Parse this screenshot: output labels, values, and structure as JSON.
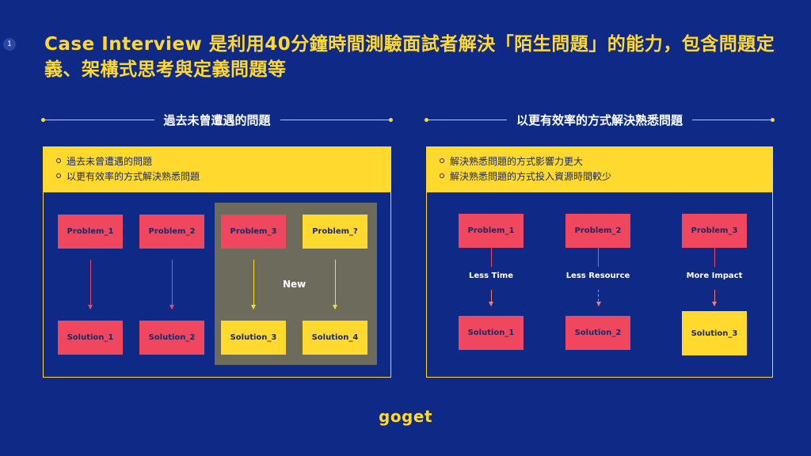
{
  "page_number": "1",
  "title": "Case Interview 是利用40分鐘時間測驗面試者解決「陌生問題」的能力，包含問題定義、架構式思考與定義問題等",
  "left": {
    "heading": "過去未曾遭遇的問題",
    "bullets": [
      "過去未曾遭遇的問題",
      "以更有效率的方式解決熟悉問題"
    ],
    "new_label": "New",
    "problems": [
      "Problem_1",
      "Problem_2",
      "Problem_3",
      "Problem_?"
    ],
    "solutions": [
      "Solution_1",
      "Solution_2",
      "Solution_3",
      "Solution_4"
    ]
  },
  "right": {
    "heading": "以更有效率的方式解決熟悉問題",
    "bullets": [
      "解決熟悉問題的方式影響力更大",
      "解決熟悉問題的方式投入資源時間較少"
    ],
    "problems": [
      "Problem_1",
      "Problem_2",
      "Problem_3"
    ],
    "labels": [
      "Less Time",
      "Less Resource",
      "More Impact"
    ],
    "solutions": [
      "Solution_1",
      "Solution_2",
      "Solution_3"
    ]
  },
  "logo": "goget",
  "colors": {
    "background": "#0f2a86",
    "accent": "#ffd92e",
    "problem": "#f0475e",
    "new_area": "#6d6c5c"
  }
}
